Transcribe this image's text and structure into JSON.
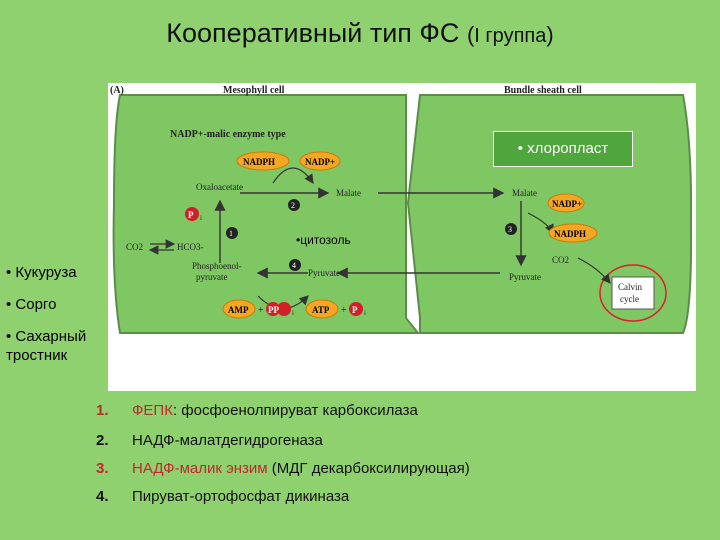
{
  "title": {
    "main": "Кооперативный тип ФС",
    "open": "(",
    "group": "I группа",
    "close": ")"
  },
  "diagram": {
    "panel_label": "(A)",
    "mesophyll": "Mesophyll cell",
    "bundle": "Bundle sheath cell",
    "nadp_type": "NADP+-malic enzyme type",
    "oxaloacetate": "Oxaloacetate",
    "malate": "Malate",
    "malate2": "Malate",
    "co2": "CO2",
    "hco3": "HCO3-",
    "pep1": "Phosphoenol-",
    "pep2": "pyruvate",
    "pyruvate": "Pyruvate",
    "pyruvate2": "Pyruvate",
    "co2_bs": "CO2",
    "calvin1": "Calvin",
    "calvin2": "cycle",
    "nadph": "NADPH",
    "nadp": "NADP+",
    "nadp_bs": "NADP+",
    "nadph_bs": "NADPH",
    "pi": "P",
    "pi_sub": "i",
    "amp": "AMP",
    "plus1": "+",
    "ppi": "PP",
    "ppi_sub": "i",
    "atp": "ATP",
    "plus2": "+",
    "pi2": "P",
    "pi2_sub": "i",
    "n1": "1",
    "n2": "2",
    "n3": "3",
    "n4": "4"
  },
  "labels": {
    "cytosol": "•цитозоль",
    "chloroplast": "• хлоропласт"
  },
  "plants": [
    "• Кукуруза",
    "• Сорго",
    "• Сахарный",
    "тростник"
  ],
  "enzymes": [
    {
      "num": "1.",
      "name_hl": "ФЕПК",
      "rest": ": фосфоенолпируват карбоксилаза"
    },
    {
      "num": "2.",
      "name_hl": "",
      "rest": "НАДФ-малатдегидрогеназа"
    },
    {
      "num": "3.",
      "name_hl": "НАДФ-малик энзим",
      "rest": " (МДГ декарбоксилирующая)"
    },
    {
      "num": "4.",
      "name_hl": "",
      "rest": "Пируват-ортофосфат дикиназа"
    }
  ],
  "colors": {
    "background": "#8fd16f",
    "cell_fill": "#7fc763",
    "highlight": "#c0282d",
    "badge": "#f5a623",
    "chloroplast_box": "#4ea63c"
  }
}
